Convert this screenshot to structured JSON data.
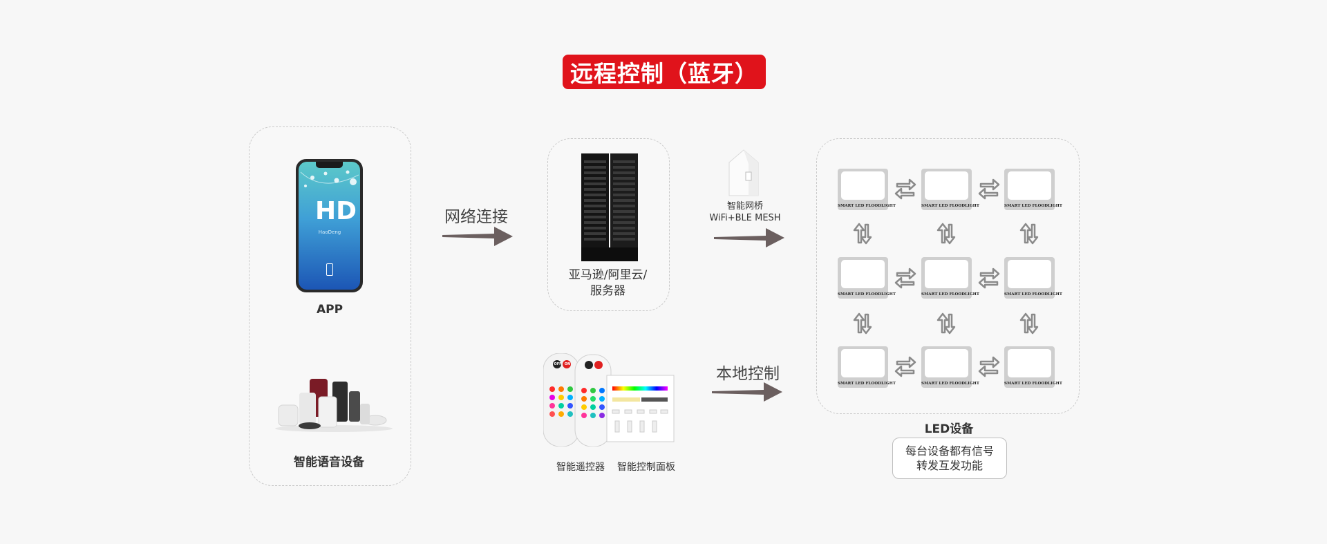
{
  "title": "远程控制（蓝牙）",
  "left_group": {
    "app_label": "APP",
    "phone_logo_text": "HD",
    "phone_brand": "HaoDeng",
    "voice_label": "智能语音设备"
  },
  "arrows": {
    "network": "网络连接",
    "local": "本地控制"
  },
  "server": {
    "label_line1": "亚马逊/阿里云/",
    "label_line2": "服务器"
  },
  "gateway": {
    "label_line1": "智能网桥",
    "label_line2": "WiFi+BLE MESH"
  },
  "controls": {
    "remote_label": "智能遥控器",
    "panel_label": "智能控制面板",
    "off_label": "OFF",
    "on_label": "ON"
  },
  "led": {
    "panel_text": "SMART LED FLOODLIGHT",
    "group_label": "LED设备",
    "note_line1": "每台设备都有信号",
    "note_line2": "转发互发功能"
  },
  "colors": {
    "accent": "#e0131b",
    "arrow": "#6b5f5f"
  }
}
